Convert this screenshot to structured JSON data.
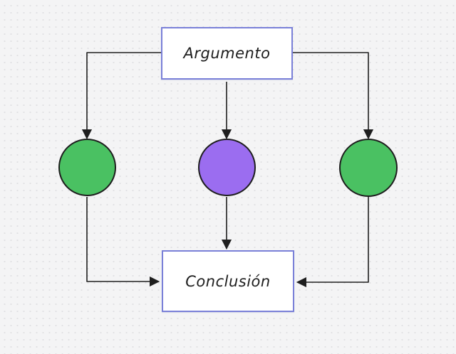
{
  "canvas": {
    "background": "#f4f4f5",
    "dot_color": "#e0e0e3",
    "line_color": "#1e1e1e"
  },
  "diagram": {
    "nodes": {
      "argumento": {
        "label": "Argumento",
        "shape": "rectangle",
        "fill": "#ffffff",
        "stroke": "#7a80d8"
      },
      "left_circle": {
        "shape": "ellipse",
        "fill": "#4ac162",
        "stroke": "#1e1e1e"
      },
      "middle_circle": {
        "shape": "ellipse",
        "fill": "#9b6df0",
        "stroke": "#1e1e1e"
      },
      "right_circle": {
        "shape": "ellipse",
        "fill": "#4ac162",
        "stroke": "#1e1e1e"
      },
      "conclusion": {
        "label": "Conclusión",
        "shape": "rectangle",
        "fill": "#ffffff",
        "stroke": "#7a80d8"
      }
    },
    "edges": [
      {
        "from": "argumento",
        "to": "left_circle"
      },
      {
        "from": "argumento",
        "to": "middle_circle"
      },
      {
        "from": "argumento",
        "to": "right_circle"
      },
      {
        "from": "left_circle",
        "to": "conclusion"
      },
      {
        "from": "middle_circle",
        "to": "conclusion"
      },
      {
        "from": "right_circle",
        "to": "conclusion"
      }
    ]
  }
}
